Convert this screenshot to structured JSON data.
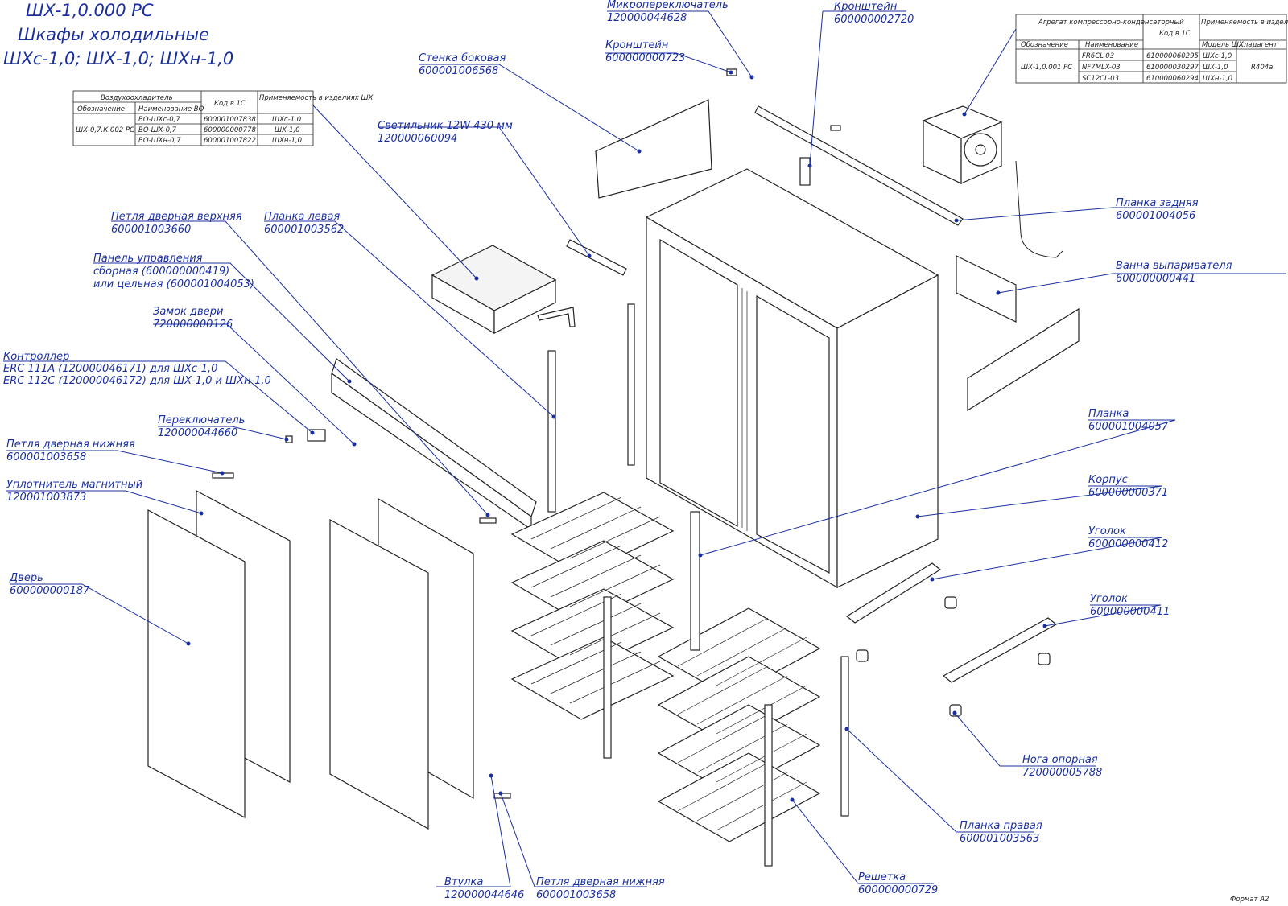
{
  "drawing": {
    "code": "ШХ-1,0.000 РС",
    "title": "Шкафы холодильные",
    "subtitle": "ШХс-1,0; ШХ-1,0; ШХн-1,0",
    "format": "Формат   А2"
  },
  "air_cooler_table": {
    "header_main": "Воздухоохладитель",
    "col_designation": "Обозначение",
    "col_name": "Наименование ВО",
    "col_code": "Код в 1С",
    "col_applicability": "Применяемость в изделиях ШХ",
    "designation": "ШХ-0,7.К.002 РС",
    "rows": [
      {
        "name": "ВО-ШХс-0,7",
        "code": "600001007838",
        "model": "ШХс-1,0"
      },
      {
        "name": "ВО-ШХ-0,7",
        "code": "600000000778",
        "model": "ШХ-1,0"
      },
      {
        "name": "ВО-ШХн-0,7",
        "code": "600001007822",
        "model": "ШХн-1,0"
      }
    ]
  },
  "compressor_table": {
    "header_main": "Агрегат компрессорно-конденсаторный",
    "col_designation": "Обозначение",
    "col_name": "Наименование",
    "col_code": "Код в 1С",
    "col_applicability": "Применяемость в изделиях ШХ",
    "col_model": "Модель ШХ",
    "col_refrigerant": "Хладагент",
    "designation": "ШХ-1,0.001 РС",
    "refrigerant": "R404a",
    "rows": [
      {
        "name": "FR6CL-03",
        "code": "610000060295",
        "model": "ШХс-1,0"
      },
      {
        "name": "NF7MLX-03",
        "code": "610000030297",
        "model": "ШХ-1,0"
      },
      {
        "name": "SC12CL-03",
        "code": "610000060294",
        "model": "ШХн-1,0"
      }
    ]
  },
  "labels": [
    {
      "id": "microswitch",
      "name": "Микропереключатель",
      "code": "120000044628"
    },
    {
      "id": "bracket-top",
      "name": "Кронштейн",
      "code": "600000000723"
    },
    {
      "id": "bracket-2720",
      "name": "Кронштейн",
      "code": "600000002720"
    },
    {
      "id": "side-wall",
      "name": "Стенка боковая",
      "code": "600001006568"
    },
    {
      "id": "lamp",
      "name": "Светильник 12W 430 мм",
      "code": "120000060094"
    },
    {
      "id": "hinge-top",
      "name": "Петля дверная верхняя",
      "code": "600001003660"
    },
    {
      "id": "strip-left",
      "name": "Планка левая",
      "code": "600001003562"
    },
    {
      "id": "control-panel",
      "name": "Панель управления",
      "line2": "сборная (600000000419)",
      "line3": "или цельная (600001004053)"
    },
    {
      "id": "door-lock",
      "name": "Замок двери",
      "code": "720000000126"
    },
    {
      "id": "controller",
      "name": "Контроллер",
      "line2": "ERC 111A (120000046171) для ШХс-1,0",
      "line3": "ERC 112C (120000046172) для ШХ-1,0 и ШХн-1,0"
    },
    {
      "id": "switch",
      "name": "Переключатель",
      "code": "120000044660"
    },
    {
      "id": "hinge-bottom-left",
      "name": "Петля дверная нижняя",
      "code": "600001003658"
    },
    {
      "id": "gasket",
      "name": "Уплотнитель магнитный",
      "code": "120001003873"
    },
    {
      "id": "door",
      "name": "Дверь",
      "code": "600000000187"
    },
    {
      "id": "rear-strip",
      "name": "Планка задняя",
      "code": "600001004056"
    },
    {
      "id": "evap-tray",
      "name": "Ванна выпаривателя",
      "code": "600000000441"
    },
    {
      "id": "strip",
      "name": "Планка",
      "code": "600001004057"
    },
    {
      "id": "body",
      "name": "Корпус",
      "code": "600000000371"
    },
    {
      "id": "corner-412",
      "name": "Уголок",
      "code": "600000000412"
    },
    {
      "id": "corner-411",
      "name": "Уголок",
      "code": "600000000411"
    },
    {
      "id": "foot",
      "name": "Нога опорная",
      "code": "720000005788"
    },
    {
      "id": "strip-right",
      "name": "Планка правая",
      "code": "600001003563"
    },
    {
      "id": "shelf",
      "name": "Решетка",
      "code": "600000000729"
    },
    {
      "id": "bushing",
      "name": "Втулка",
      "code": "120000044646"
    },
    {
      "id": "hinge-bottom",
      "name": "Петля дверная нижняя",
      "code": "600001003658"
    }
  ]
}
